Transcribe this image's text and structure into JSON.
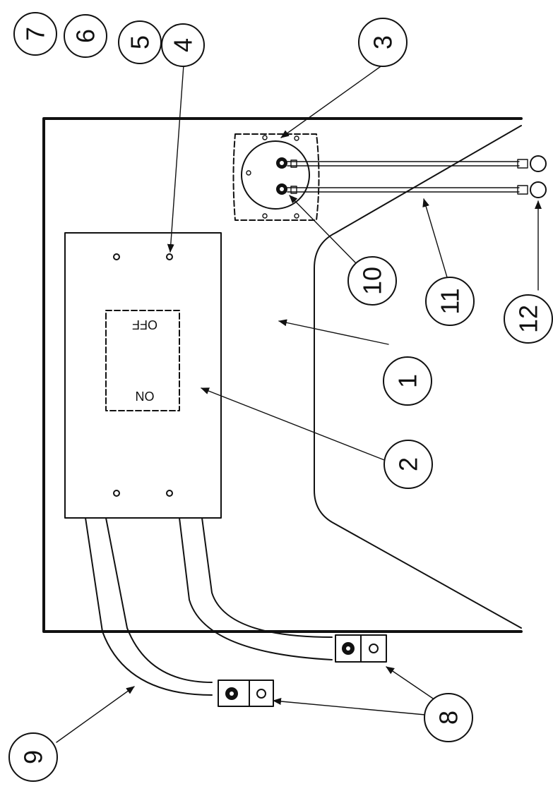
{
  "switch": {
    "on_label": "ON",
    "off_label": "OFF"
  },
  "callouts": [
    {
      "id": "c1",
      "label": "1"
    },
    {
      "id": "c2",
      "label": "2"
    },
    {
      "id": "c3",
      "label": "3"
    },
    {
      "id": "c4",
      "label": "4"
    },
    {
      "id": "c5",
      "label": "5"
    },
    {
      "id": "c6",
      "label": "6"
    },
    {
      "id": "c7",
      "label": "7"
    },
    {
      "id": "c8",
      "label": "8"
    },
    {
      "id": "c9",
      "label": "9"
    },
    {
      "id": "c10",
      "label": "10"
    },
    {
      "id": "c11",
      "label": "11"
    },
    {
      "id": "c12",
      "label": "12"
    }
  ]
}
